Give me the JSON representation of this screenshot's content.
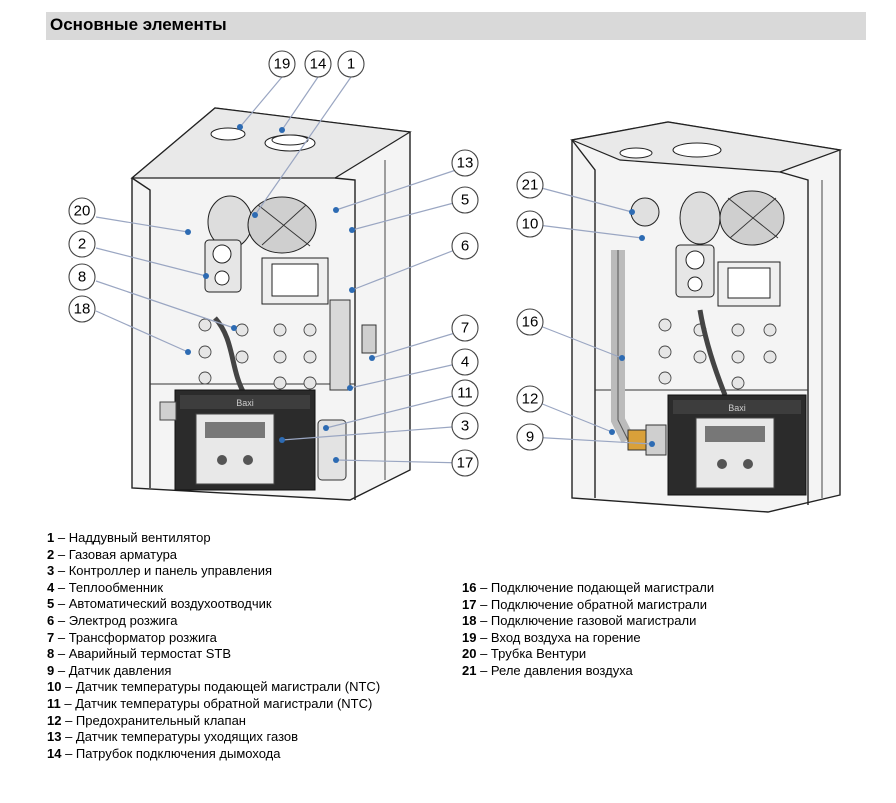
{
  "header": {
    "title": "Основные элементы"
  },
  "brand_label": "Baxi",
  "callouts": [
    "19",
    "14",
    "1",
    "13",
    "5",
    "20",
    "2",
    "6",
    "8",
    "18",
    "7",
    "4",
    "11",
    "3",
    "17",
    "21",
    "10",
    "16",
    "12",
    "9"
  ],
  "legend_left": [
    {
      "num": "1",
      "text": "– Наддувный вентилятор"
    },
    {
      "num": "2",
      "text": "– Газовая арматура"
    },
    {
      "num": "3",
      "text": "– Контроллер и панель управления"
    },
    {
      "num": "4",
      "text": "– Теплообменник"
    },
    {
      "num": "5",
      "text": "– Автоматический воздухоотводчик"
    },
    {
      "num": "6",
      "text": "– Электрод розжига"
    },
    {
      "num": "7",
      "text": "– Трансформатор розжига"
    },
    {
      "num": "8",
      "text": "– Аварийный термостат STB"
    },
    {
      "num": "9",
      "text": "– Датчик давления"
    },
    {
      "num": "10",
      "text": "– Датчик температуры подающей магистрали (NTC)"
    },
    {
      "num": "11",
      "text": "– Датчик температуры обратной магистрали (NTC)"
    },
    {
      "num": "12",
      "text": "– Предохранительный клапан"
    },
    {
      "num": "13",
      "text": "– Датчик температуры уходящих газов"
    },
    {
      "num": "14",
      "text": "– Патрубок подключения дымохода"
    }
  ],
  "legend_right": [
    {
      "num": "16",
      "text": "– Подключение подающей магистрали"
    },
    {
      "num": "17",
      "text": "– Подключение обратной магистрали"
    },
    {
      "num": "18",
      "text": "– Подключение газовой магистрали"
    },
    {
      "num": "19",
      "text": "– Вход воздуха на горение"
    },
    {
      "num": "20",
      "text": "– Трубка Вентури"
    },
    {
      "num": "21",
      "text": "– Реле давления воздуха"
    }
  ]
}
